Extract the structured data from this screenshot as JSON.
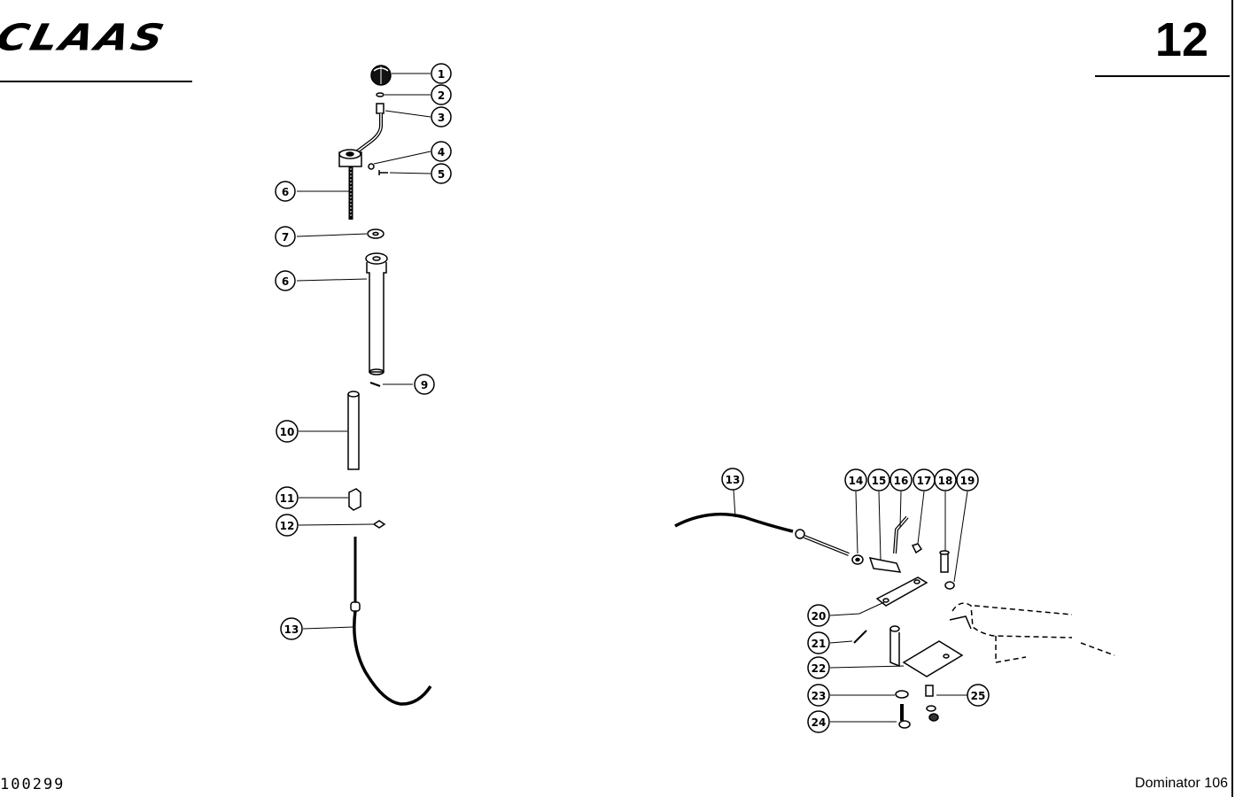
{
  "header": {
    "brand": "CLAAS",
    "page_number": "12"
  },
  "footer": {
    "code": "100299",
    "model": "Dominator 106"
  },
  "callouts": {
    "c1": "1",
    "c2": "2",
    "c3": "3",
    "c4": "4",
    "c5": "5",
    "c6a": "6",
    "c7": "7",
    "c6b": "6",
    "c9": "9",
    "c10": "10",
    "c11": "11",
    "c12": "12",
    "c13a": "13",
    "c13b": "13",
    "c14": "14",
    "c15": "15",
    "c16": "16",
    "c17": "17",
    "c18": "18",
    "c19": "19",
    "c20": "20",
    "c21": "21",
    "c22": "22",
    "c23": "23",
    "c24": "24",
    "c25": "25"
  }
}
